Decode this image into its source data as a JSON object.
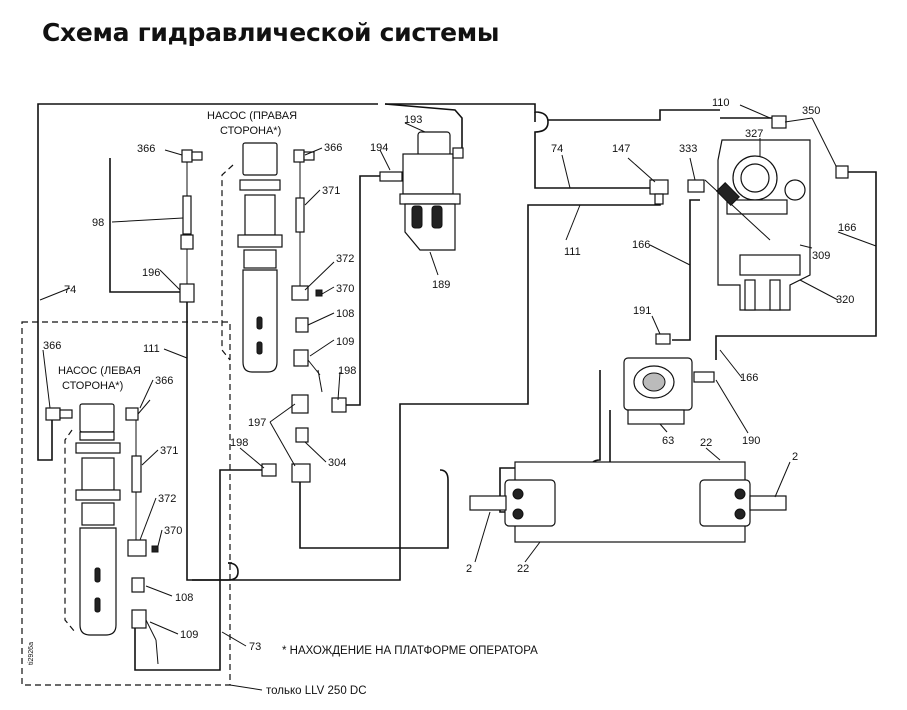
{
  "title": "Схема гидравлической системы",
  "pump_right_label": [
    "НАСОС (ПРАВАЯ",
    "СТОРОНА*)"
  ],
  "pump_left_label": [
    "НАСОС (ЛЕВАЯ",
    "СТОРОНА*)"
  ],
  "footnote": "* НАХОЖДЕНИЕ НА ПЛАТФОРМЕ ОПЕРАТОРА",
  "box_note": "только LLV 250 DC",
  "figure_id": "ti2926a",
  "callouts": {
    "c193": "193",
    "c194": "194",
    "c189": "189",
    "c110": "110",
    "c350": "350",
    "c327": "327",
    "c333": "333",
    "c147": "147",
    "c74a": "74",
    "c111a": "111",
    "c166a": "166",
    "c166b": "166",
    "c309": "309",
    "c320": "320",
    "c191": "191",
    "c63": "63",
    "c190": "190",
    "c166c": "166",
    "c22a": "22",
    "c2a": "2",
    "c2b": "2",
    "c22b": "22",
    "c366a": "366",
    "c366b": "366",
    "c98": "98",
    "c371a": "371",
    "c196": "196",
    "c372a": "372",
    "c370a": "370",
    "c108a": "108",
    "c109a": "109",
    "c198a": "198",
    "c197": "197",
    "c304": "304",
    "c198b": "198",
    "c74b": "74",
    "c111b": "111",
    "c366c": "366",
    "c366d": "366",
    "c371b": "371",
    "c372b": "372",
    "c370b": "370",
    "c108b": "108",
    "c109b": "109",
    "c73": "73"
  }
}
